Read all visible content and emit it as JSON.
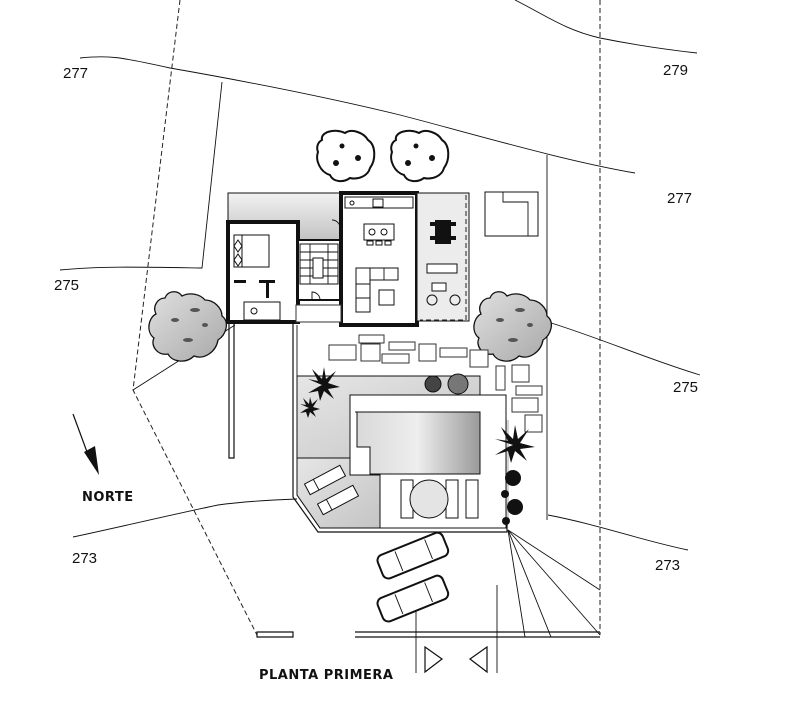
{
  "title": "PLANTA PRIMERA",
  "north_label": "NORTE",
  "contours": [
    {
      "id": "c277-left",
      "label": "277"
    },
    {
      "id": "c279",
      "label": "279"
    },
    {
      "id": "c277-right",
      "label": "277"
    },
    {
      "id": "c275-left",
      "label": "275"
    },
    {
      "id": "c275-right",
      "label": "275"
    },
    {
      "id": "c273-left",
      "label": "273"
    },
    {
      "id": "c273-right",
      "label": "273"
    }
  ],
  "elements": {
    "trees_deciduous": 4,
    "palms": 3,
    "cars": 2,
    "sun_loungers": 2,
    "entrance_arrows": [
      "right",
      "left"
    ]
  },
  "colors": {
    "line": "#111111",
    "grey_fill": "#cfcfcf",
    "background": "#ffffff"
  }
}
